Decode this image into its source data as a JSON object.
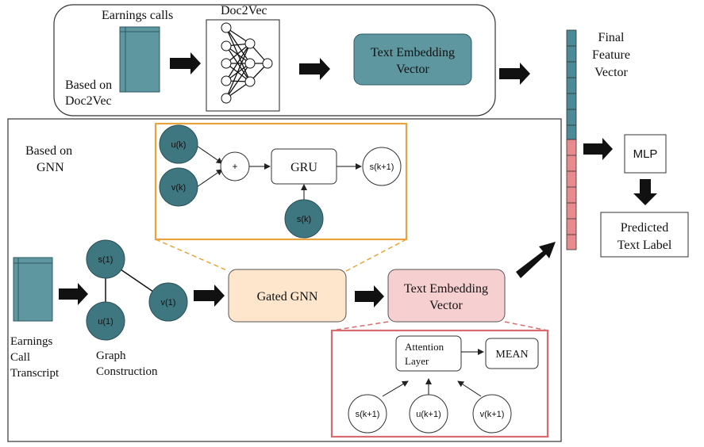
{
  "top_panel": {
    "label_line1": "Based on",
    "label_line2": "Doc2Vec",
    "earnings_calls_label": "Earnings calls",
    "doc2vec_label": "Doc2Vec",
    "embedding_line1": "Text Embedding",
    "embedding_line2": "Vector"
  },
  "final_vector": {
    "label_line1": "Final",
    "label_line2": "Feature",
    "label_line3": "Vector",
    "top_color": "#4b8a96",
    "bottom_color": "#e88a8e"
  },
  "mlp": {
    "label": "MLP",
    "predicted_line1": "Predicted",
    "predicted_line2": "Text Label"
  },
  "gnn_panel": {
    "label_line1": "Based on",
    "label_line2": "GNN",
    "transcript_line1": "Earnings",
    "transcript_line2": "Call",
    "transcript_line3": "Transcript",
    "graph_line1": "Graph",
    "graph_line2": "Construction",
    "node_s1": "s(1)",
    "node_u1": "u(1)",
    "node_v1": "v(1)",
    "gated_gnn": "Gated GNN",
    "embedding_line1": "Text Embedding",
    "embedding_line2": "Vector"
  },
  "gru_detail": {
    "node_uk": "u(k)",
    "node_vk": "v(k)",
    "plus": "+",
    "gru": "GRU",
    "node_sk": "s(k)",
    "node_sk1": "s(k+1)"
  },
  "attention_detail": {
    "attention_line1": "Attention",
    "attention_line2": "Layer",
    "mean": "MEAN",
    "node_s": "s(k+1)",
    "node_u": "u(k+1)",
    "node_v": "v(k+1)"
  },
  "colors": {
    "teal": "#3f7781",
    "teal_light": "#5e97a0",
    "orange_border": "#e8a33c",
    "orange_fill": "#fde6cc",
    "pink_fill": "#f6cfd0",
    "pink_border": "#d76b6f"
  }
}
